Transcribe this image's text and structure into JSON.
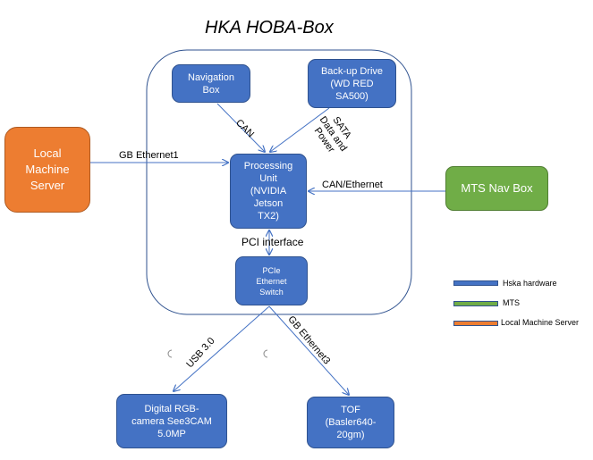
{
  "title": "HKA HOBA-Box",
  "nodes": {
    "navigation_box": "Navigation\nBox",
    "backup_drive": "Back-up Drive\n(WD RED\nSA500)",
    "processing_unit": "Processing\nUnit\n(NVIDIA\nJetson\nTX2)",
    "pcie_switch": "PCIe\nEthernet\nSwitch",
    "local_server": "Local\nMachine\nServer",
    "mts_nav_box": "MTS Nav Box",
    "rgb_camera": "Digital RGB-\ncamera See3CAM\n5.0MP",
    "tof": "TOF\n(Basler640-\n20gm)"
  },
  "edges": {
    "can": "CAN",
    "sata": "SATA\nData and\nPower",
    "gb_eth1": "GB Ethernet1",
    "can_eth": "CAN/Ethernet",
    "pci": "PCI interface",
    "usb": "USB 3.0",
    "gb_eth3": "GB Ethernet3"
  },
  "legend": [
    {
      "label": "Hska hardware",
      "color": "#4472C4"
    },
    {
      "label": "MTS",
      "color": "#70AD47"
    },
    {
      "label": "Local Machine Server",
      "color": "#ED7D31"
    }
  ]
}
